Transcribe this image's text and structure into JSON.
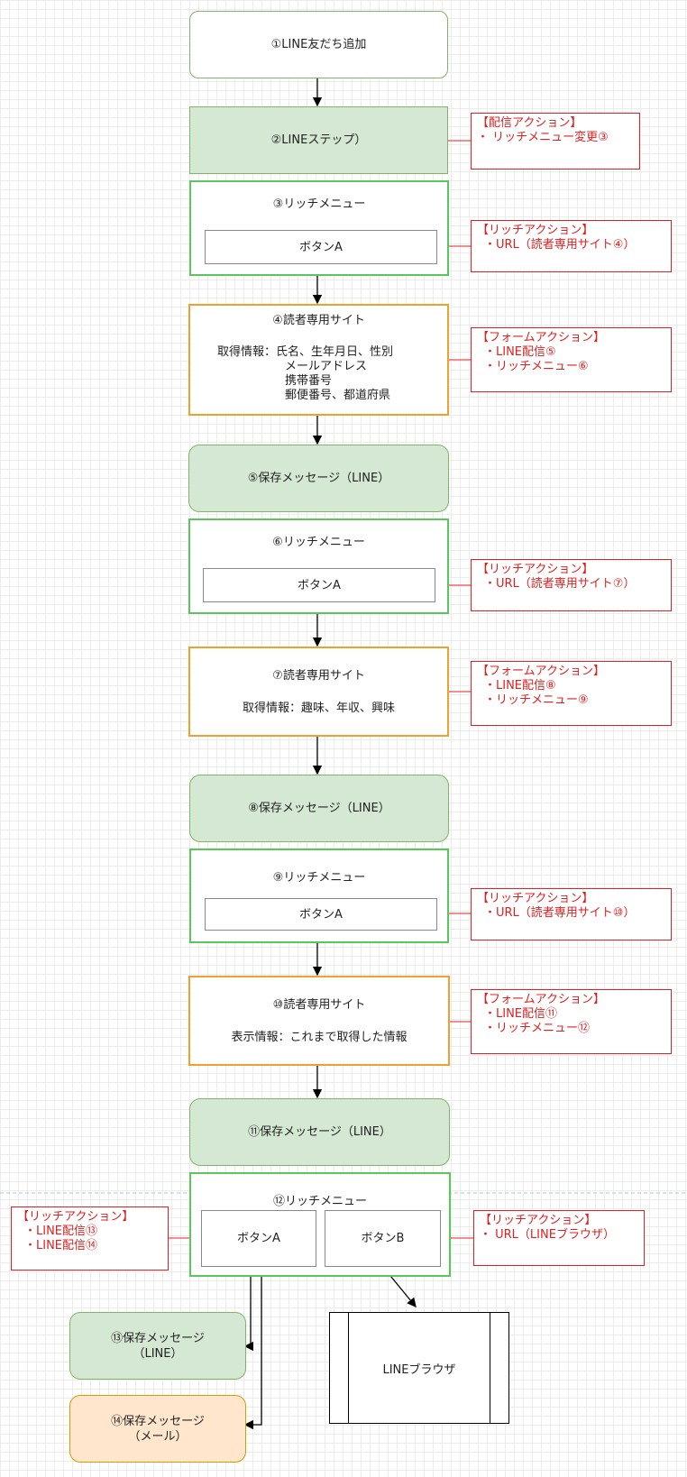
{
  "nodes": {
    "line_add": "①LINE友だち追加",
    "line_step": "②LINEステップ）",
    "rich_menu_3": "③リッチメニュー",
    "site_4": "④読者専用サイト",
    "site_4_info": [
      "取得情報：氏名、生年月日、性別",
      "メールアドレス",
      "携帯番号",
      "郵便番号、都道府県"
    ],
    "msg_5": "⑤保存メッセージ（LINE）",
    "rich_menu_6": "⑥リッチメニュー",
    "site_7": "⑦読者専用サイト",
    "site_7_info": "取得情報：趣味、年収、興味",
    "msg_8": "⑧保存メッセージ（LINE）",
    "rich_menu_9": "⑨リッチメニュー",
    "site_10": "⑩読者専用サイト",
    "site_10_info": "表示情報：これまで取得した情報",
    "msg_11": "⑪保存メッセージ（LINE）",
    "rich_menu_12": "⑫リッチメニュー",
    "msg_13": [
      "⑬保存メッセージ",
      "（LINE）"
    ],
    "msg_14": [
      "⑭保存メッセージ",
      "（メール）"
    ],
    "browser": "LINEブラウザ",
    "button_a": "ボタンA",
    "button_b": "ボタンB"
  },
  "notes": {
    "n2": [
      "【配信アクション】",
      "・ リッチメニュー変更③"
    ],
    "n3": [
      "【リッチアクション】",
      "・URL（読者専用サイト④）"
    ],
    "n4": [
      "【フォームアクション】",
      "・LINE配信⑤",
      "・リッチメニュー⑥"
    ],
    "n6": [
      "【リッチアクション】",
      "・URL（読者専用サイト⑦）"
    ],
    "n7": [
      "【フォームアクション】",
      "・LINE配信⑧",
      "・リッチメニュー⑨"
    ],
    "n9": [
      "【リッチアクション】",
      "・URL（読者専用サイト⑩）"
    ],
    "n10": [
      "【フォームアクション】",
      "・LINE配信⑪",
      "・リッチメニュー⑫"
    ],
    "n12a": [
      "【リッチアクション】",
      "・LINE配信⑬",
      "・LINE配信⑭"
    ],
    "n12b": [
      "【リッチアクション】",
      "・ URL（LINEブラウザ）"
    ]
  },
  "colors": {
    "arrow": "#000000",
    "note_red": "#e02020",
    "green_fill": "#d5e8d4",
    "orange_fill": "#ffe6cc",
    "green_border": "#5bc75b",
    "orange_border": "#f0a030"
  }
}
